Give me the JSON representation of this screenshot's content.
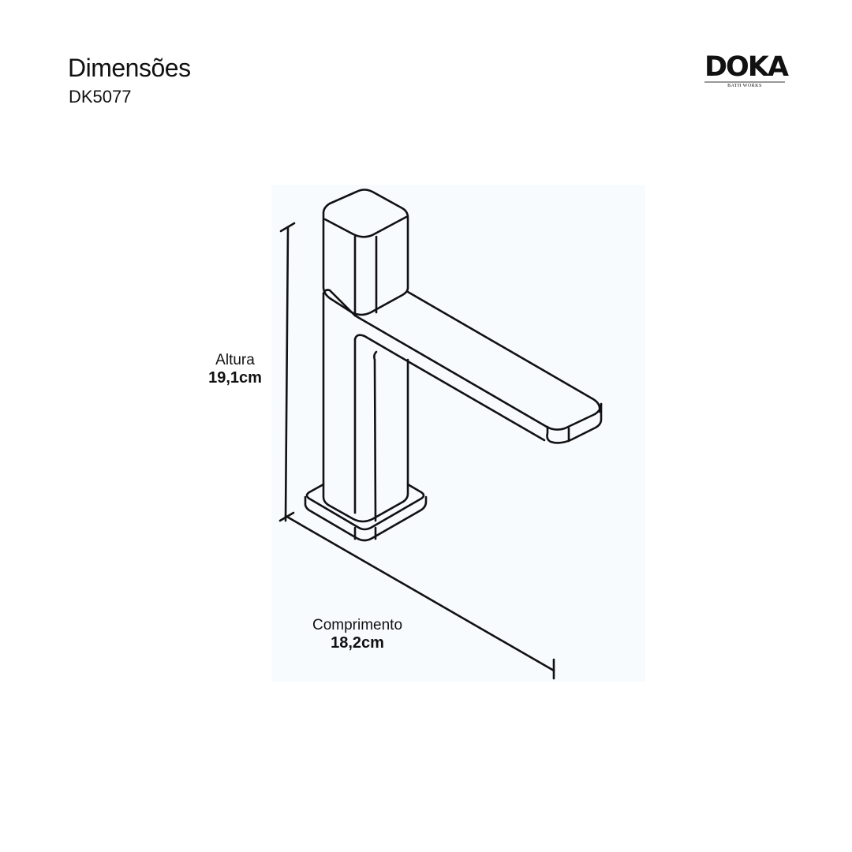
{
  "header": {
    "title": "Dimensões",
    "code": "DK5077"
  },
  "logo": {
    "name": "DOKA",
    "tagline": "BATH WORKS"
  },
  "dimensions": {
    "height": {
      "label": "Altura",
      "value": "19,1cm"
    },
    "length": {
      "label": "Comprimento",
      "value": "18,2cm"
    }
  }
}
